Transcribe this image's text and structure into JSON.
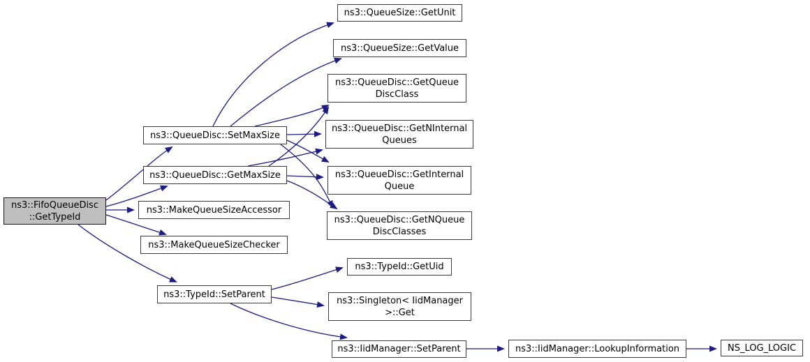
{
  "diagram": {
    "kind": "doxygen-call-graph",
    "root_function": "ns3::FifoQueueDisc::GetTypeId",
    "colors": {
      "background": "#ffffff",
      "edge": "#1c1c84",
      "node_border": "#3a3a3a",
      "node_fill": "#ffffff",
      "highlight_fill": "#bfbfbf",
      "text": "#000000"
    },
    "nodes": [
      {
        "id": "fifo-gettypeid",
        "lines": [
          "ns3::FifoQueueDisc",
          "::GetTypeId"
        ],
        "highlighted": true
      },
      {
        "id": "setmaxsize",
        "lines": [
          "ns3::QueueDisc::SetMaxSize"
        ]
      },
      {
        "id": "getmaxsize",
        "lines": [
          "ns3::QueueDisc::GetMaxSize"
        ]
      },
      {
        "id": "make-accessor",
        "lines": [
          "ns3::MakeQueueSizeAccessor"
        ]
      },
      {
        "id": "make-checker",
        "lines": [
          "ns3::MakeQueueSizeChecker"
        ]
      },
      {
        "id": "typeid-setparent",
        "lines": [
          "ns3::TypeId::SetParent"
        ]
      },
      {
        "id": "getunit",
        "lines": [
          "ns3::QueueSize::GetUnit"
        ]
      },
      {
        "id": "getvalue",
        "lines": [
          "ns3::QueueSize::GetValue"
        ]
      },
      {
        "id": "getqueuediscclass",
        "lines": [
          "ns3::QueueDisc::GetQueue",
          "DiscClass"
        ]
      },
      {
        "id": "getninternalqueues",
        "lines": [
          "ns3::QueueDisc::GetNInternal",
          "Queues"
        ]
      },
      {
        "id": "getinternalqueue",
        "lines": [
          "ns3::QueueDisc::GetInternal",
          "Queue"
        ]
      },
      {
        "id": "getnqueuediscclasses",
        "lines": [
          "ns3::QueueDisc::GetNQueue",
          "DiscClasses"
        ]
      },
      {
        "id": "typeid-getuid",
        "lines": [
          "ns3::TypeId::GetUid"
        ]
      },
      {
        "id": "singleton-get",
        "lines": [
          "ns3::Singleton< IidManager",
          ">::Get"
        ]
      },
      {
        "id": "iidmanager-setparent",
        "lines": [
          "ns3::IidManager::SetParent"
        ]
      },
      {
        "id": "lookupinformation",
        "lines": [
          "ns3::IidManager::LookupInformation"
        ]
      },
      {
        "id": "ns-log-logic",
        "lines": [
          "NS_LOG_LOGIC"
        ]
      }
    ],
    "edges": [
      {
        "from": "fifo-gettypeid",
        "to": "setmaxsize"
      },
      {
        "from": "fifo-gettypeid",
        "to": "getmaxsize"
      },
      {
        "from": "fifo-gettypeid",
        "to": "make-accessor"
      },
      {
        "from": "fifo-gettypeid",
        "to": "make-checker"
      },
      {
        "from": "fifo-gettypeid",
        "to": "typeid-setparent"
      },
      {
        "from": "setmaxsize",
        "to": "getunit"
      },
      {
        "from": "setmaxsize",
        "to": "getvalue"
      },
      {
        "from": "setmaxsize",
        "to": "getqueuediscclass"
      },
      {
        "from": "setmaxsize",
        "to": "getninternalqueues"
      },
      {
        "from": "setmaxsize",
        "to": "getinternalqueue"
      },
      {
        "from": "setmaxsize",
        "to": "getnqueuediscclasses"
      },
      {
        "from": "getmaxsize",
        "to": "getqueuediscclass"
      },
      {
        "from": "getmaxsize",
        "to": "getninternalqueues"
      },
      {
        "from": "getmaxsize",
        "to": "getinternalqueue"
      },
      {
        "from": "getmaxsize",
        "to": "getnqueuediscclasses"
      },
      {
        "from": "typeid-setparent",
        "to": "typeid-getuid"
      },
      {
        "from": "typeid-setparent",
        "to": "singleton-get"
      },
      {
        "from": "typeid-setparent",
        "to": "iidmanager-setparent"
      },
      {
        "from": "iidmanager-setparent",
        "to": "lookupinformation"
      },
      {
        "from": "lookupinformation",
        "to": "ns-log-logic"
      }
    ]
  }
}
